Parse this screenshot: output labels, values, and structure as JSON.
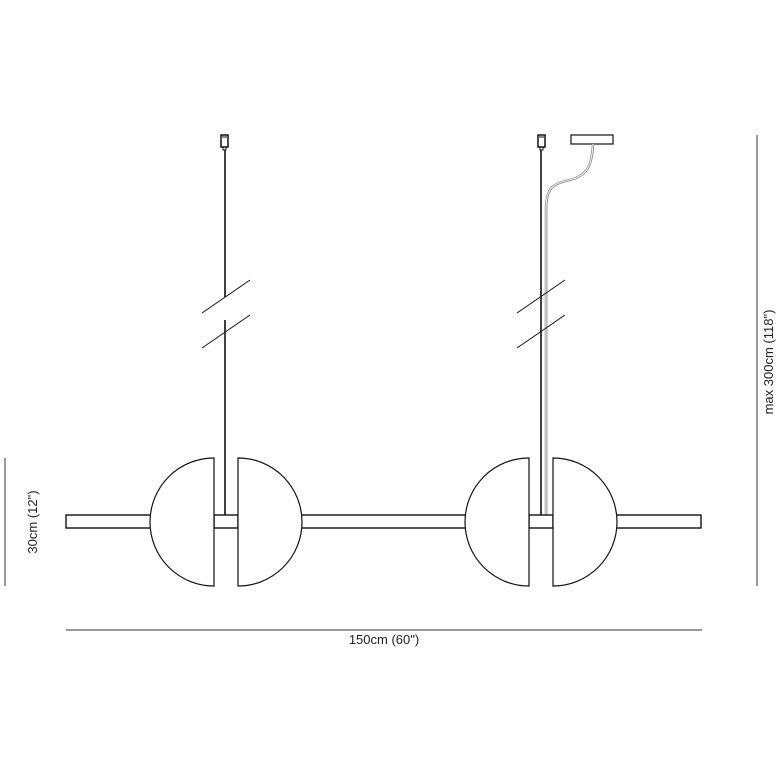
{
  "diagram": {
    "subject": "Linear pendant lamp with four half-sphere shades",
    "dimensions": {
      "width_label": "150cm (60\")",
      "height_label": "30cm (12\")",
      "drop_label": "max 300cm (118\")"
    },
    "colors": {
      "line": "#111111",
      "cable": "#9a9a9a",
      "background": "#ffffff",
      "text": "#222222"
    }
  }
}
